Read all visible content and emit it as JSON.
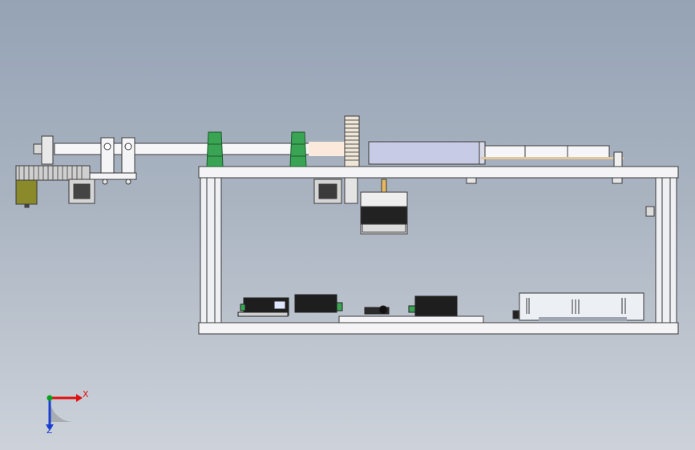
{
  "view": {
    "title": "",
    "background_top": "#95a3b5",
    "background_bottom": "#cdd2da"
  },
  "triad": {
    "x_label": "X",
    "y_label": "",
    "z_label": "Z",
    "x_color": "#e01010",
    "y_color": "#0aa020",
    "z_color": "#1a3fd0",
    "icons": [
      "x-axis-arrow-icon",
      "z-axis-arrow-icon",
      "origin-sphere-icon"
    ]
  },
  "model": {
    "colors": {
      "frame": "#f4f4f6",
      "frame_edge": "#3a3a3a",
      "rail_blue": "#c7cbe6",
      "green_part": "#3aa455",
      "dark_part": "#222222",
      "olive_motor": "#8a8a2a"
    },
    "components": [
      "machine-frame",
      "linear-rail",
      "stepper-motor",
      "power-supply",
      "driver-board",
      "gear-train",
      "nozzle-cone"
    ]
  }
}
